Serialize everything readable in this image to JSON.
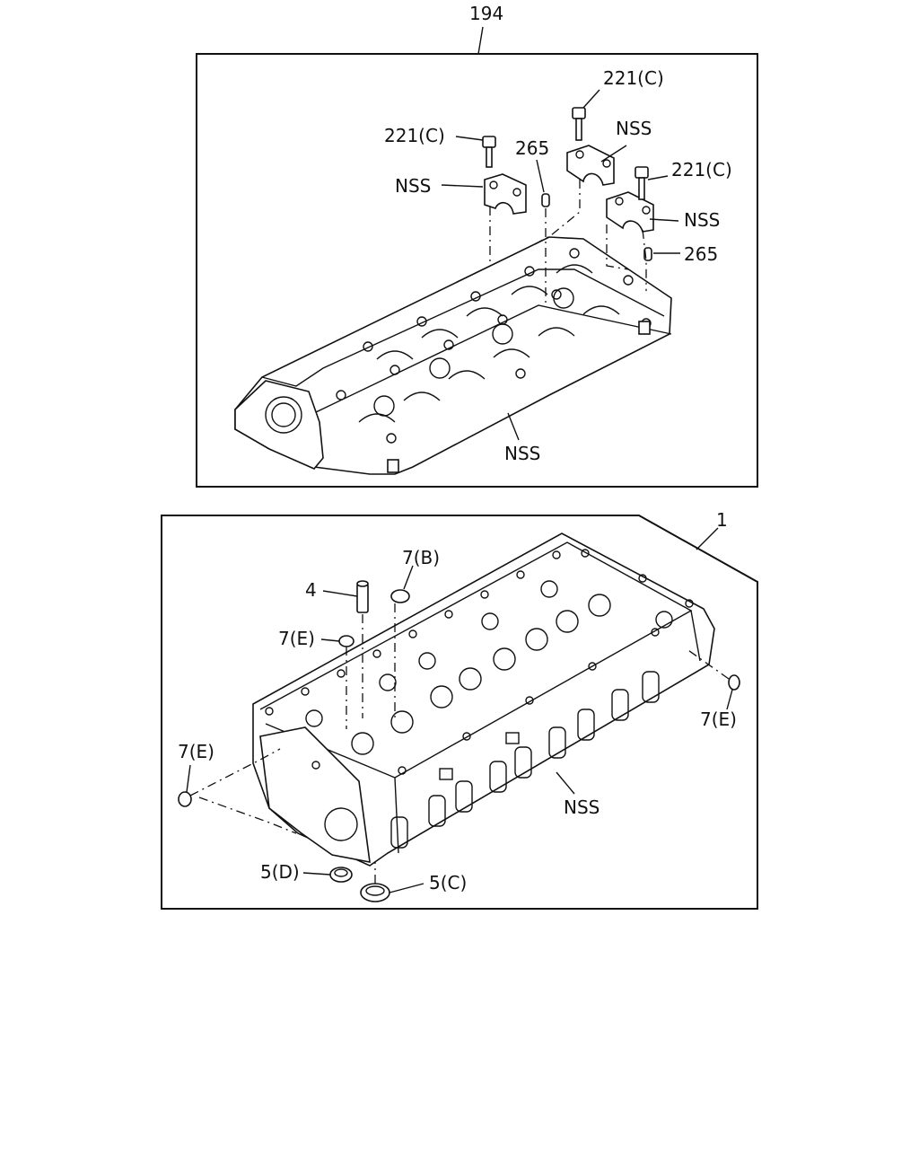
{
  "upper_assembly": {
    "ref": "194",
    "callouts": {
      "bolt_left": "221(C)",
      "bolt_top": "221(C)",
      "bolt_right": "221(C)",
      "cap_left": "NSS",
      "cap_top": "NSS",
      "cap_right": "NSS",
      "dowel_top": "265",
      "dowel_right": "265",
      "carrier": "NSS"
    }
  },
  "lower_assembly": {
    "ref": "1",
    "callouts": {
      "guide": "4",
      "plug_b": "7(B)",
      "plug_e_top": "7(E)",
      "plug_e_left": "7(E)",
      "plug_e_right": "7(E)",
      "seal_d": "5(D)",
      "seal_c": "5(C)",
      "head": "NSS"
    }
  }
}
